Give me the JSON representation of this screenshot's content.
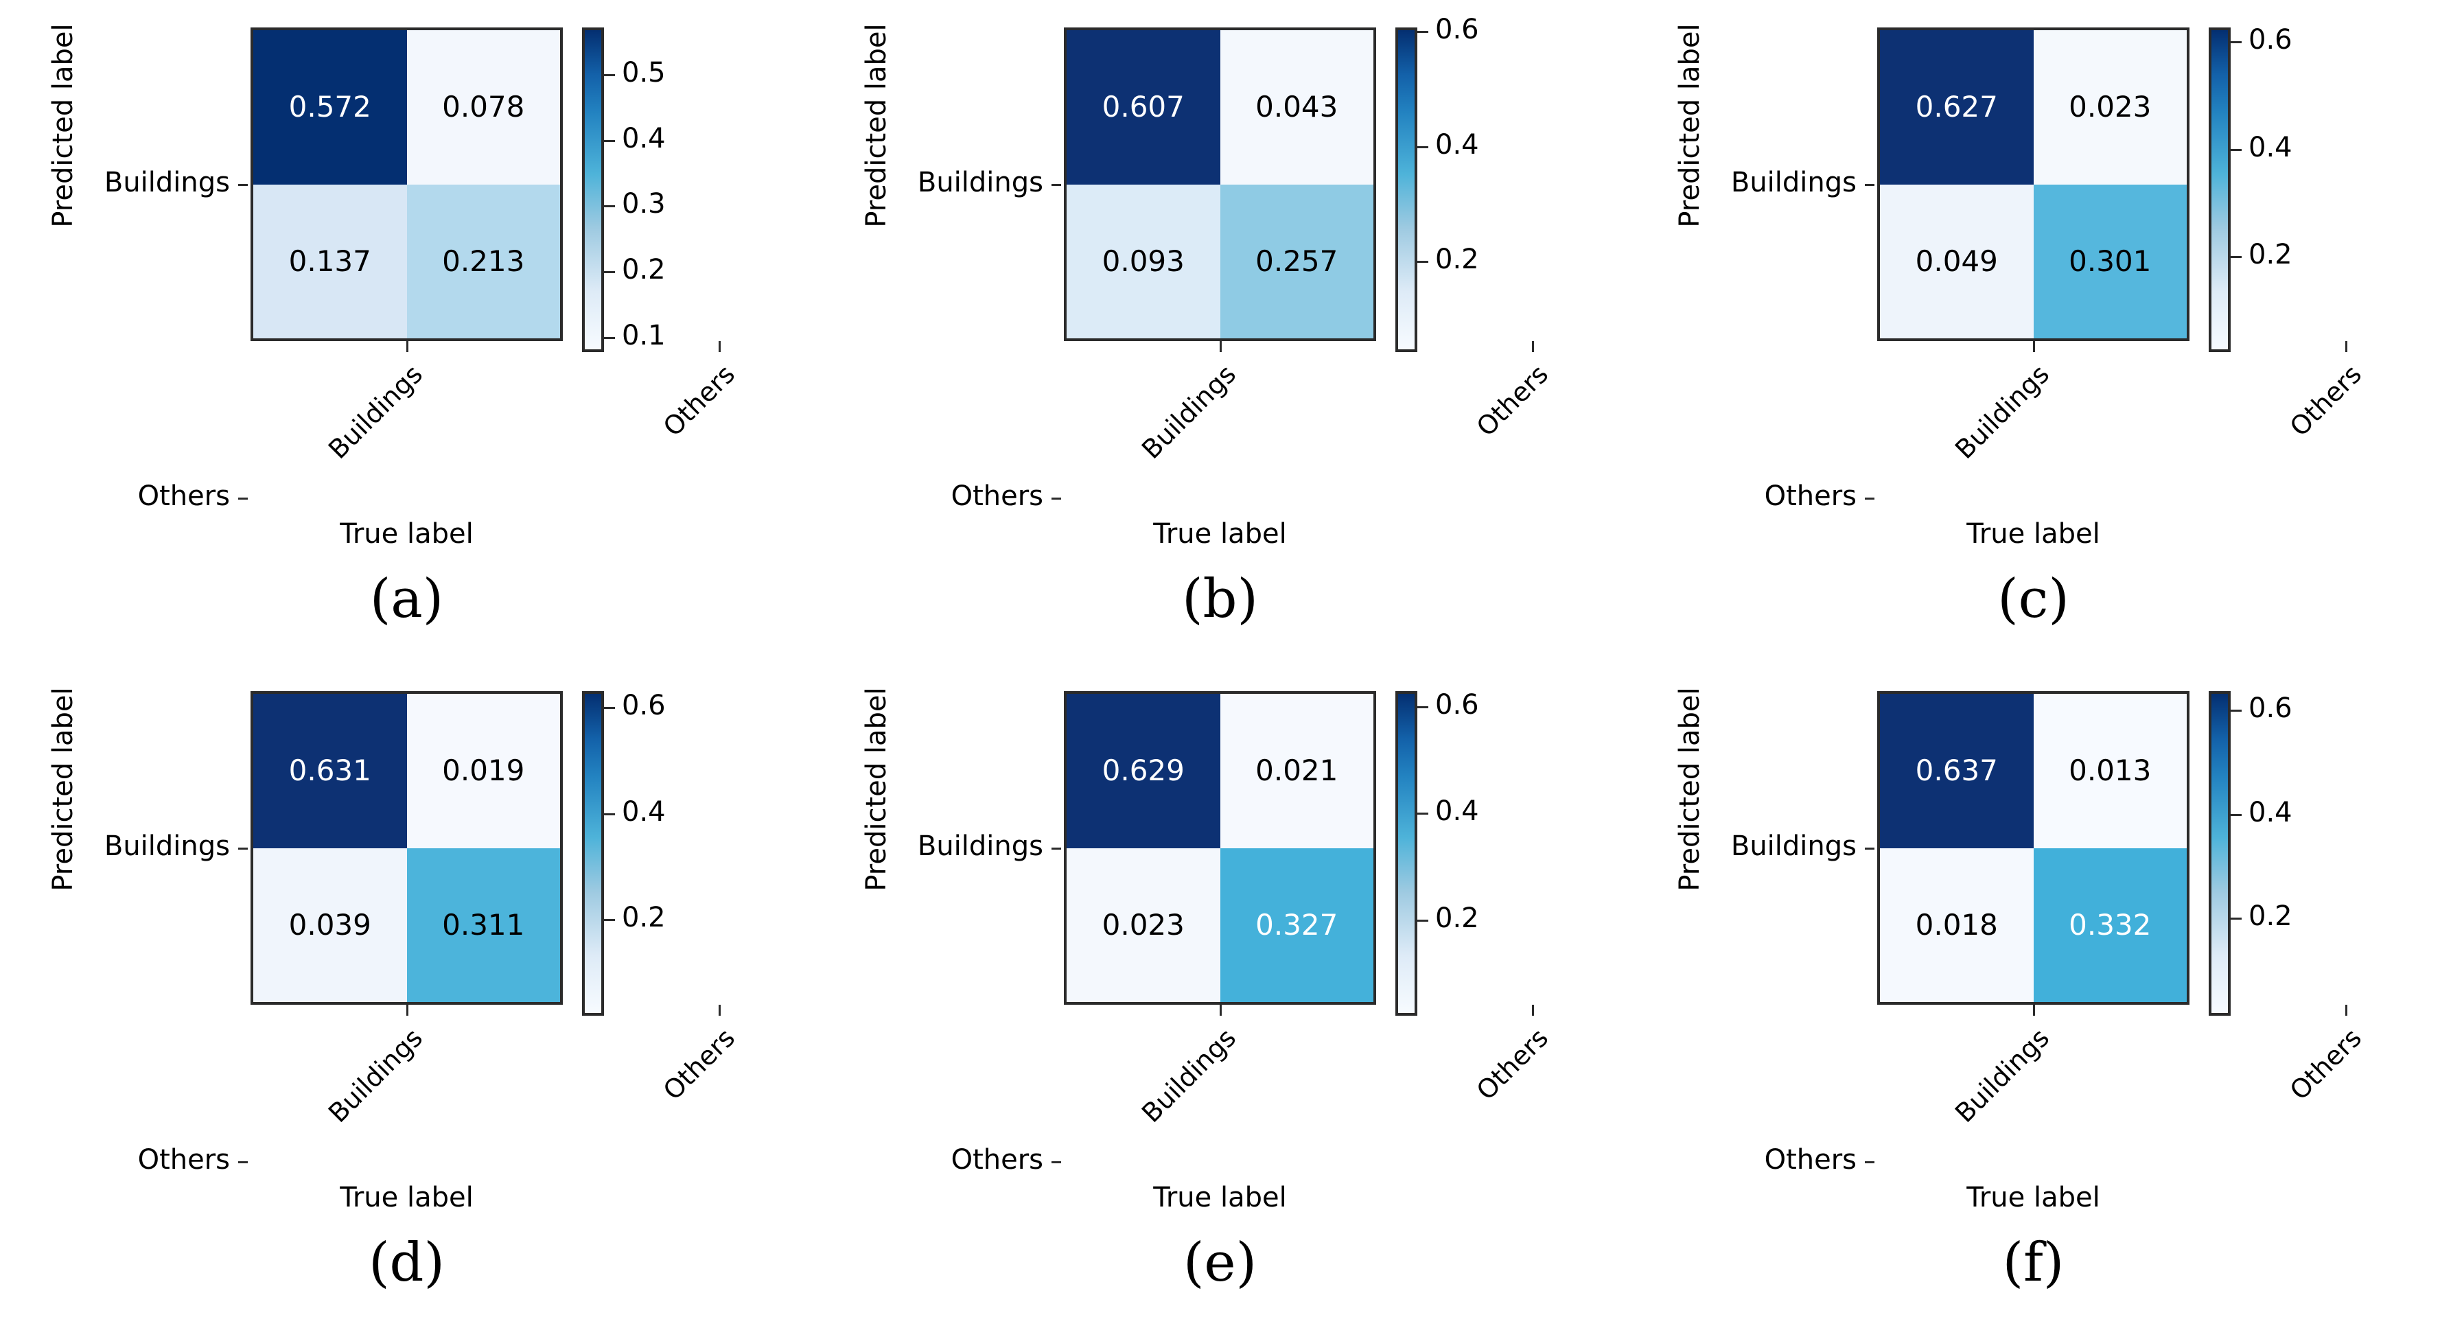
{
  "figure": {
    "type": "confusion-matrix-grid",
    "rows": 2,
    "columns": 3,
    "common": {
      "xlabel": "True label",
      "ylabel": "Predicted label",
      "class_labels": [
        "Buildings",
        "Others"
      ],
      "ytick_labels": [
        "Buildings",
        "Others"
      ],
      "xtick_labels": [
        "Buildings",
        "Others"
      ],
      "colormap": "Blues-like (white → cyan → navy)",
      "normalized": true
    },
    "colors": {
      "axis": "#2b2b2b",
      "text_dark": "#000000",
      "text_light": "#ffffff",
      "background": "#ffffff",
      "cmap_min": "#f7fbff",
      "cmap_mid": "#4eb3d9",
      "cmap_max": "#042f71"
    }
  },
  "chart_data": [
    {
      "type": "heatmap",
      "panel": "(a)",
      "caption": "(a)",
      "title": "",
      "xlabel": "True label",
      "ylabel": "Predicted label",
      "xtick_labels": [
        "Buildings",
        "Others"
      ],
      "ytick_labels": [
        "Buildings",
        "Others"
      ],
      "matrix": [
        [
          0.572,
          0.078
        ],
        [
          0.137,
          0.213
        ]
      ],
      "cell_text": [
        [
          "0.572",
          "0.078"
        ],
        [
          "0.137",
          "0.213"
        ]
      ],
      "cell_colors": [
        [
          "#042f71",
          "#f3f7fd"
        ],
        [
          "#d8e7f5",
          "#b3d9ed"
        ]
      ],
      "cell_text_colors": [
        [
          "#ffffff",
          "#000000"
        ],
        [
          "#000000",
          "#000000"
        ]
      ],
      "colorbar": {
        "ticks": [
          0.5,
          0.4,
          0.3,
          0.2,
          0.1
        ],
        "tick_labels": [
          "0.5",
          "0.4",
          "0.3",
          "0.2",
          "0.1"
        ],
        "vmin": 0.078,
        "vmax": 0.572
      }
    },
    {
      "type": "heatmap",
      "panel": "(b)",
      "caption": "(b)",
      "title": "",
      "xlabel": "True label",
      "ylabel": "Predicted label",
      "xtick_labels": [
        "Buildings",
        "Others"
      ],
      "ytick_labels": [
        "Buildings",
        "Others"
      ],
      "matrix": [
        [
          0.607,
          0.043
        ],
        [
          0.093,
          0.257
        ]
      ],
      "cell_text": [
        [
          "0.607",
          "0.043"
        ],
        [
          "0.093",
          "0.257"
        ]
      ],
      "cell_colors": [
        [
          "#0d3173",
          "#f4f8fd"
        ],
        [
          "#dcebf7",
          "#8fcbe4"
        ]
      ],
      "cell_text_colors": [
        [
          "#ffffff",
          "#000000"
        ],
        [
          "#000000",
          "#000000"
        ]
      ],
      "colorbar": {
        "ticks": [
          0.6,
          0.4,
          0.2
        ],
        "tick_labels": [
          "0.6",
          "0.4",
          "0.2"
        ],
        "vmin": 0.043,
        "vmax": 0.607
      }
    },
    {
      "type": "heatmap",
      "panel": "(c)",
      "caption": "(c)",
      "title": "",
      "xlabel": "True label",
      "ylabel": "Predicted label",
      "xtick_labels": [
        "Buildings",
        "Others"
      ],
      "ytick_labels": [
        "Buildings",
        "Others"
      ],
      "matrix": [
        [
          0.627,
          0.023
        ],
        [
          0.049,
          0.301
        ]
      ],
      "cell_text": [
        [
          "0.627",
          "0.023"
        ],
        [
          "0.049",
          "0.301"
        ]
      ],
      "cell_colors": [
        [
          "#0d3173",
          "#f5f9fd"
        ],
        [
          "#eef4fb",
          "#55b7dd"
        ]
      ],
      "cell_text_colors": [
        [
          "#ffffff",
          "#000000"
        ],
        [
          "#000000",
          "#000000"
        ]
      ],
      "colorbar": {
        "ticks": [
          0.6,
          0.4,
          0.2
        ],
        "tick_labels": [
          "0.6",
          "0.4",
          "0.2"
        ],
        "vmin": 0.023,
        "vmax": 0.627
      }
    },
    {
      "type": "heatmap",
      "panel": "(d)",
      "caption": "(d)",
      "title": "",
      "xlabel": "True label",
      "ylabel": "Predicted label",
      "xtick_labels": [
        "Buildings",
        "Others"
      ],
      "ytick_labels": [
        "Buildings",
        "Others"
      ],
      "matrix": [
        [
          0.631,
          0.019
        ],
        [
          0.039,
          0.311
        ]
      ],
      "cell_text": [
        [
          "0.631",
          "0.019"
        ],
        [
          "0.039",
          "0.311"
        ]
      ],
      "cell_colors": [
        [
          "#0d3173",
          "#f6f9fe"
        ],
        [
          "#f0f5fc",
          "#4cb4db"
        ]
      ],
      "cell_text_colors": [
        [
          "#ffffff",
          "#000000"
        ],
        [
          "#000000",
          "#000000"
        ]
      ],
      "colorbar": {
        "ticks": [
          0.6,
          0.4,
          0.2
        ],
        "tick_labels": [
          "0.6",
          "0.4",
          "0.2"
        ],
        "vmin": 0.019,
        "vmax": 0.631
      }
    },
    {
      "type": "heatmap",
      "panel": "(e)",
      "caption": "(e)",
      "title": "",
      "xlabel": "True label",
      "ylabel": "Predicted label",
      "xtick_labels": [
        "Buildings",
        "Others"
      ],
      "ytick_labels": [
        "Buildings",
        "Others"
      ],
      "matrix": [
        [
          0.629,
          0.021
        ],
        [
          0.023,
          0.327
        ]
      ],
      "cell_text": [
        [
          "0.629",
          "0.021"
        ],
        [
          "0.023",
          "0.327"
        ]
      ],
      "cell_colors": [
        [
          "#0d3173",
          "#f6f9fe"
        ],
        [
          "#f4f8fd",
          "#44b1da"
        ]
      ],
      "cell_text_colors": [
        [
          "#ffffff",
          "#000000"
        ],
        [
          "#000000",
          "#ffffff"
        ]
      ],
      "colorbar": {
        "ticks": [
          0.6,
          0.4,
          0.2
        ],
        "tick_labels": [
          "0.6",
          "0.4",
          "0.2"
        ],
        "vmin": 0.021,
        "vmax": 0.629
      }
    },
    {
      "type": "heatmap",
      "panel": "(f)",
      "caption": "(f)",
      "title": "",
      "xlabel": "True label",
      "ylabel": "Predicted label",
      "xtick_labels": [
        "Buildings",
        "Others"
      ],
      "ytick_labels": [
        "Buildings",
        "Others"
      ],
      "matrix": [
        [
          0.637,
          0.013
        ],
        [
          0.018,
          0.332
        ]
      ],
      "cell_text": [
        [
          "0.637",
          "0.013"
        ],
        [
          "0.018",
          "0.332"
        ]
      ],
      "cell_colors": [
        [
          "#0d3173",
          "#f7faff"
        ],
        [
          "#f5f9fe",
          "#41b0da"
        ]
      ],
      "cell_text_colors": [
        [
          "#ffffff",
          "#000000"
        ],
        [
          "#000000",
          "#ffffff"
        ]
      ],
      "colorbar": {
        "ticks": [
          0.6,
          0.4,
          0.2
        ],
        "tick_labels": [
          "0.6",
          "0.4",
          "0.2"
        ],
        "vmin": 0.013,
        "vmax": 0.637
      }
    }
  ]
}
